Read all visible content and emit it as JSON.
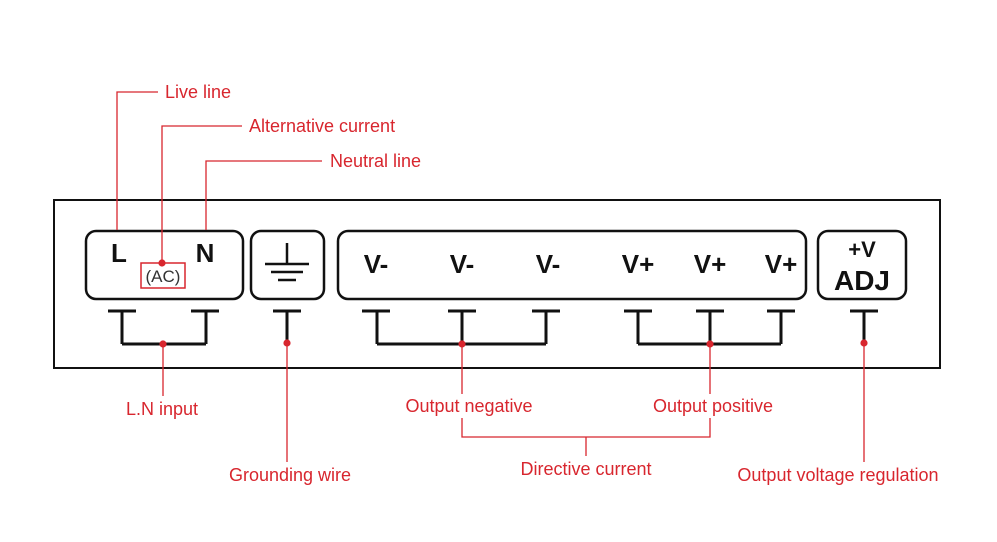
{
  "colors": {
    "annotation": "#d8262e",
    "outline": "#111111",
    "background": "#ffffff"
  },
  "terminals": {
    "l": "L",
    "ac": "(AC)",
    "n": "N",
    "ground_icon": "ground-icon",
    "vneg1": "V-",
    "vneg2": "V-",
    "vneg3": "V-",
    "vpos1": "V+",
    "vpos2": "V+",
    "vpos3": "V+",
    "adj_top": "+V",
    "adj_bottom": "ADJ"
  },
  "labels": {
    "live_line": "Live line",
    "alternative_current": "Alternative current",
    "neutral_line": "Neutral line",
    "ln_input": "L.N input",
    "grounding_wire": "Grounding wire",
    "output_negative": "Output negative",
    "output_positive": "Output positive",
    "directive_current": "Directive current",
    "output_voltage_regulation": "Output voltage regulation"
  }
}
